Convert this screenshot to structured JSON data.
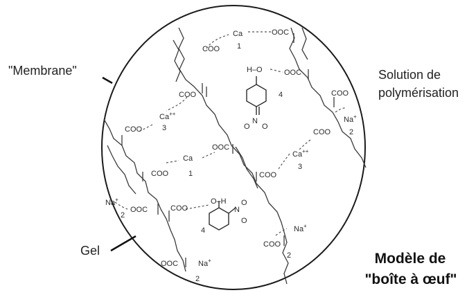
{
  "labels": {
    "membrane": "\"Membrane\"",
    "solution_line1": "Solution de",
    "solution_line2": "polymérisation",
    "gel": "Gel"
  },
  "title": {
    "line1": "Modèle de",
    "line2": "\"boîte à œuf\""
  },
  "chem": {
    "coo": "COO",
    "ooc": "OOC",
    "ca": "Ca",
    "ca_pp": "Ca",
    "pp": "++",
    "na": "Na",
    "plus": "+",
    "n1": "1",
    "n2": "2",
    "n3": "3",
    "n4": "4",
    "h_o": "H–O",
    "o_h": "O–H",
    "n_plus": "N",
    "o_minus": "O",
    "minus": "–",
    "o": "O"
  },
  "colors": {
    "ink": "#2a2a2a",
    "circle": "#1a1a1a",
    "background": "#ffffff"
  }
}
